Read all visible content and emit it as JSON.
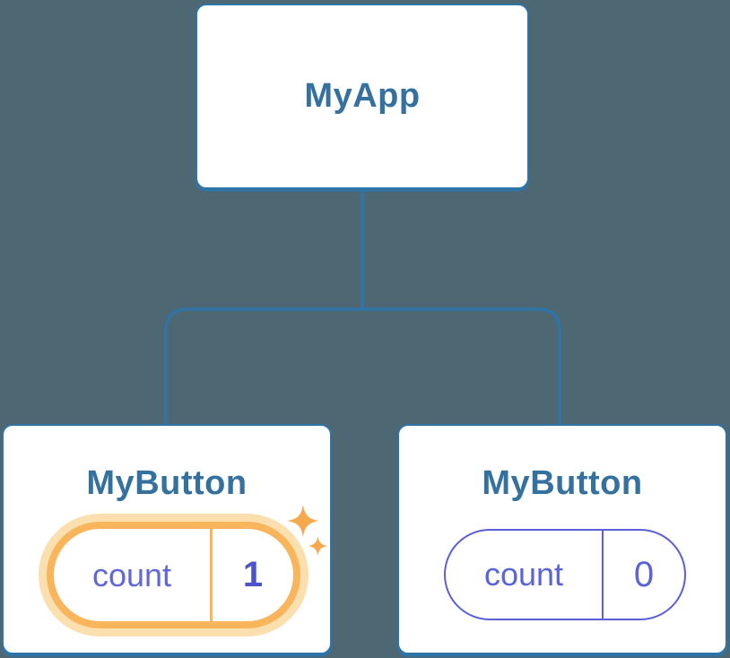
{
  "tree": {
    "root": {
      "label": "MyApp"
    },
    "children": [
      {
        "label": "MyButton",
        "state": {
          "name": "count",
          "value": "1"
        },
        "highlighted": true,
        "decoration": "sparkle-icon"
      },
      {
        "label": "MyButton",
        "state": {
          "name": "count",
          "value": "0"
        },
        "highlighted": false
      }
    ]
  },
  "colors": {
    "background": "#4d6873",
    "card_fill": "#ffffff",
    "card_border": "#2f74a7",
    "connector": "#2f74a7",
    "title_text": "#35719f",
    "state_border": "#5a5fd6",
    "state_text": "#5f68d6",
    "state_value_text": "#4d53c8",
    "state_text_plain": "#5a63d8",
    "highlight_ring": "#f8b55c",
    "highlight_glow": "#fbdfae",
    "sparkle": "#f5a94c"
  }
}
